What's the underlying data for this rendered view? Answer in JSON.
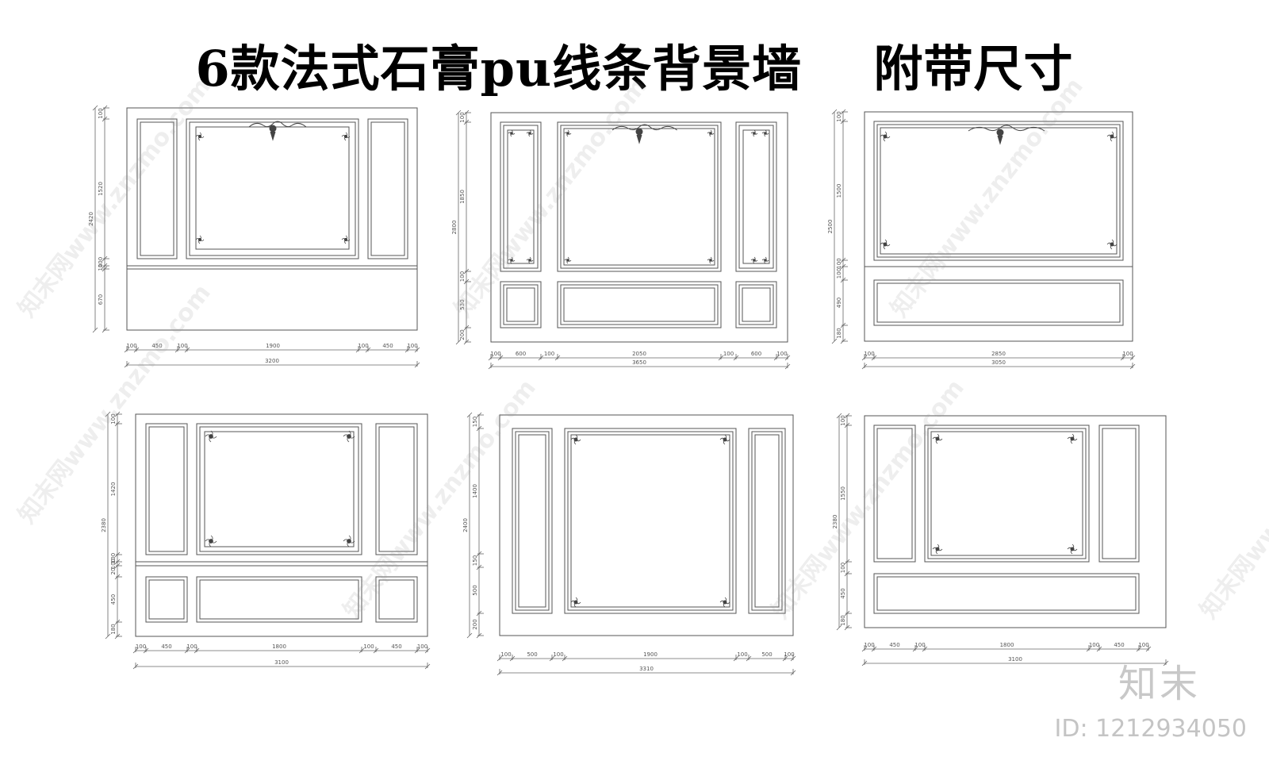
{
  "title": "6款法式石膏pu线条背景墙    附带尺寸",
  "brand": {
    "logo_text": "知末",
    "id_text": "ID: 1212934050",
    "watermark": "知末网www.znzmo.com"
  },
  "walls": [
    {
      "name": "wall-1",
      "top_dims": [
        "100",
        "450",
        "100",
        "1900",
        "100",
        "450",
        "100"
      ],
      "total": "3200",
      "left_dims": [
        "100",
        "1520",
        "2420",
        "100",
        "10",
        "670"
      ]
    },
    {
      "name": "wall-2",
      "top_dims": [
        "100",
        "600",
        "100",
        "2050",
        "100",
        "600",
        "100"
      ],
      "total": "3650",
      "left_dims": [
        "100",
        "1850",
        "2800",
        "100",
        "530",
        "200"
      ]
    },
    {
      "name": "wall-3",
      "top_dims": [
        "100",
        "2850",
        "100"
      ],
      "total": "3050",
      "left_dims": [
        "100",
        "1500",
        "2500",
        "100",
        "100",
        "490",
        "180"
      ]
    },
    {
      "name": "wall-4",
      "top_dims": [
        "100",
        "450",
        "100",
        "1800",
        "100",
        "450",
        "100"
      ],
      "total": "3100",
      "left_dims": [
        "100",
        "1420",
        "100",
        "100",
        "20",
        "450",
        "2380",
        "180"
      ]
    },
    {
      "name": "wall-5",
      "top_dims": [
        "100",
        "500",
        "100",
        "1900",
        "100",
        "500",
        "100"
      ],
      "total": "3310",
      "left_dims": [
        "150",
        "1400",
        "2400",
        "150",
        "500",
        "200"
      ]
    },
    {
      "name": "wall-6",
      "top_dims": [
        "100",
        "450",
        "100",
        "1800",
        "100",
        "450",
        "100"
      ],
      "total": "3100",
      "left_dims": [
        "100",
        "1550",
        "2380",
        "100",
        "450",
        "180"
      ]
    }
  ]
}
